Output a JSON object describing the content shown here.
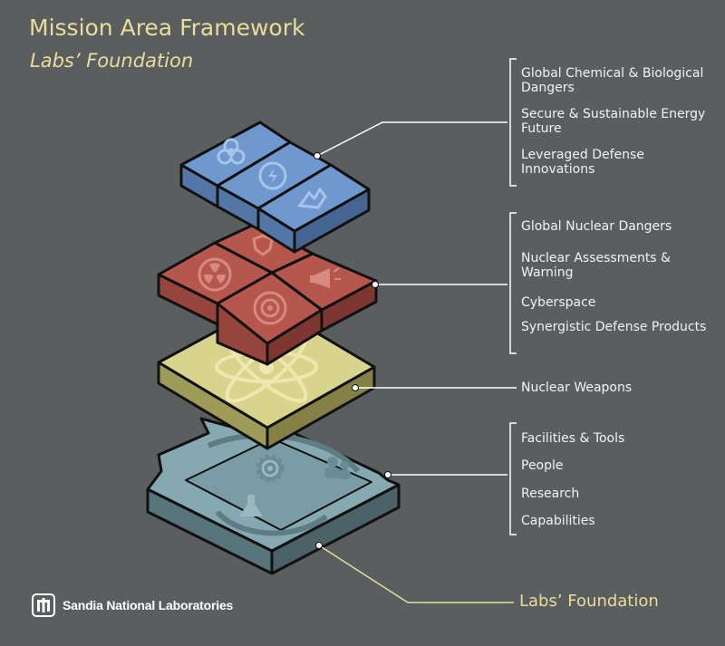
{
  "header": {
    "title": "Mission Area Framework",
    "subtitle": "Labs’ Foundation"
  },
  "groups": [
    {
      "color": "#6f98cf",
      "items": [
        "Global Chemical & Biological Dangers",
        "Secure & Sustainable Energy Future",
        "Leveraged Defense Innovations"
      ]
    },
    {
      "color": "#b6574d",
      "items": [
        "Global Nuclear Dangers",
        "Nuclear Assessments & Warning",
        "Cyberspace",
        "Synergistic Defense Products"
      ]
    },
    {
      "color": "#d8d38d",
      "items": [
        "Nuclear Weapons"
      ]
    },
    {
      "color": "#7da0a8",
      "items": [
        "Facilities & Tools",
        "People",
        "Research",
        "Capabilities"
      ]
    }
  ],
  "foundation_label": "Labs’ Foundation",
  "logo_text": "Sandia National Laboratories",
  "colors": {
    "background": "#5a5e5e",
    "title": "#e9dd9c",
    "label": "#f2f2f2",
    "leader_line": "#ffffff",
    "foundation_leader": "#e9dd9c",
    "outline": "#111111"
  },
  "icons": {
    "blue_tiles": [
      "biohazard-icon",
      "energy-icon",
      "defense-icon"
    ],
    "red_tiles": [
      "shield-icon",
      "radiation-icon",
      "megaphone-icon",
      "nuclear-icon"
    ],
    "yellow_tile": "atom-icon",
    "foundation": [
      "gear-icon",
      "people-icon",
      "flask-icon"
    ]
  }
}
